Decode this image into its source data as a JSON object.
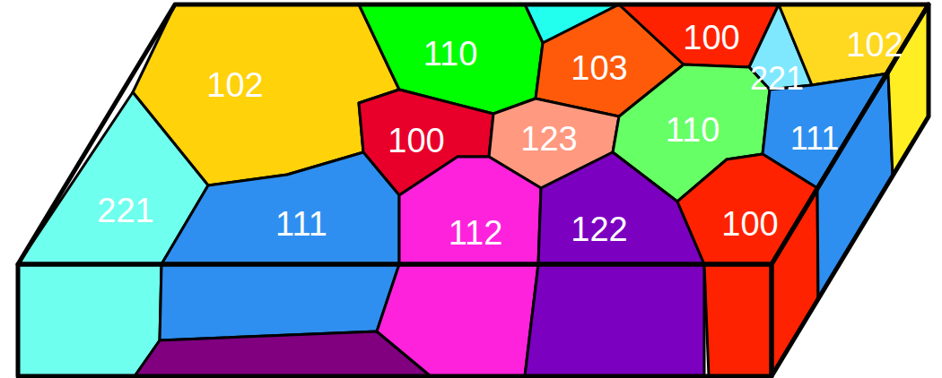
{
  "diagram": {
    "nodes": [
      {
        "text": [
          "102"
        ]
      },
      {
        "text": [
          "110"
        ]
      },
      {
        "text": [
          "103"
        ]
      },
      {
        "text": [
          "100"
        ]
      },
      {
        "text": [
          "221"
        ]
      },
      {
        "text": [
          "102"
        ]
      },
      {
        "text": [
          "100"
        ]
      },
      {
        "text": [
          "123"
        ]
      },
      {
        "text": [
          "110"
        ]
      },
      {
        "text": [
          "111"
        ]
      },
      {
        "text": [
          "221"
        ]
      },
      {
        "text": [
          "111"
        ]
      },
      {
        "text": [
          "112"
        ]
      },
      {
        "text": [
          "122"
        ]
      },
      {
        "text": [
          "100"
        ]
      }
    ]
  }
}
